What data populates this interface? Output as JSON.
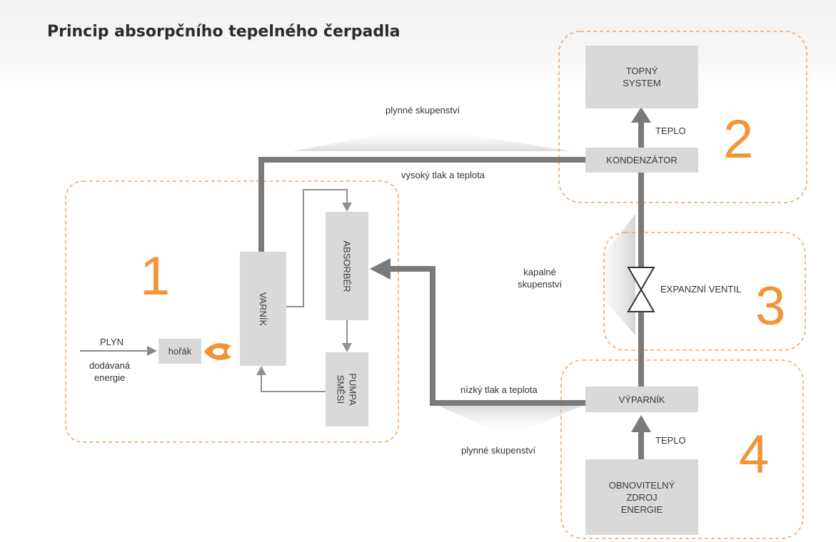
{
  "title": "Princip absorpčního tepelného čerpadla",
  "colors": {
    "pipe_dark": "#7a7a7a",
    "pipe_light": "#909090",
    "box_fill": "#d9d9d9",
    "accent_orange": "#f39437",
    "dashed_region": "#f3a26a"
  },
  "regions": {
    "r1": "1",
    "r2": "2",
    "r3": "3",
    "r4": "4"
  },
  "boxes": {
    "topny_system": "TOPNÝ\nSYSTEM",
    "kondenzator": "KONDENZÁTOR",
    "varnik": "VARNÍK",
    "absorber": "ABSORBÉR",
    "pumpa": "PUMPA\nSMĚSI",
    "horak": "hořák",
    "vyparnik": "VÝPARNÍK",
    "obnovitelny": "OBNOVITELNÝ\nZDROJ\nENERGIE"
  },
  "labels": {
    "plynne_top": "plynné skupenství",
    "vysoky_tlak": "vysoký tlak a teplota",
    "teplo_top": "TEPLO",
    "kapalne": "kapalné\nskupenství",
    "expanzni": "EXPANZNÍ VENTIL",
    "nizky_tlak": "nízký tlak a teplota",
    "plynne_bottom": "plynné skupenství",
    "teplo_bottom": "TEPLO",
    "plyn": "PLYN",
    "dodavana": "dodávaná\nenergie"
  },
  "icons": {
    "flame": "flame-icon",
    "valve": "expansion-valve-icon"
  }
}
